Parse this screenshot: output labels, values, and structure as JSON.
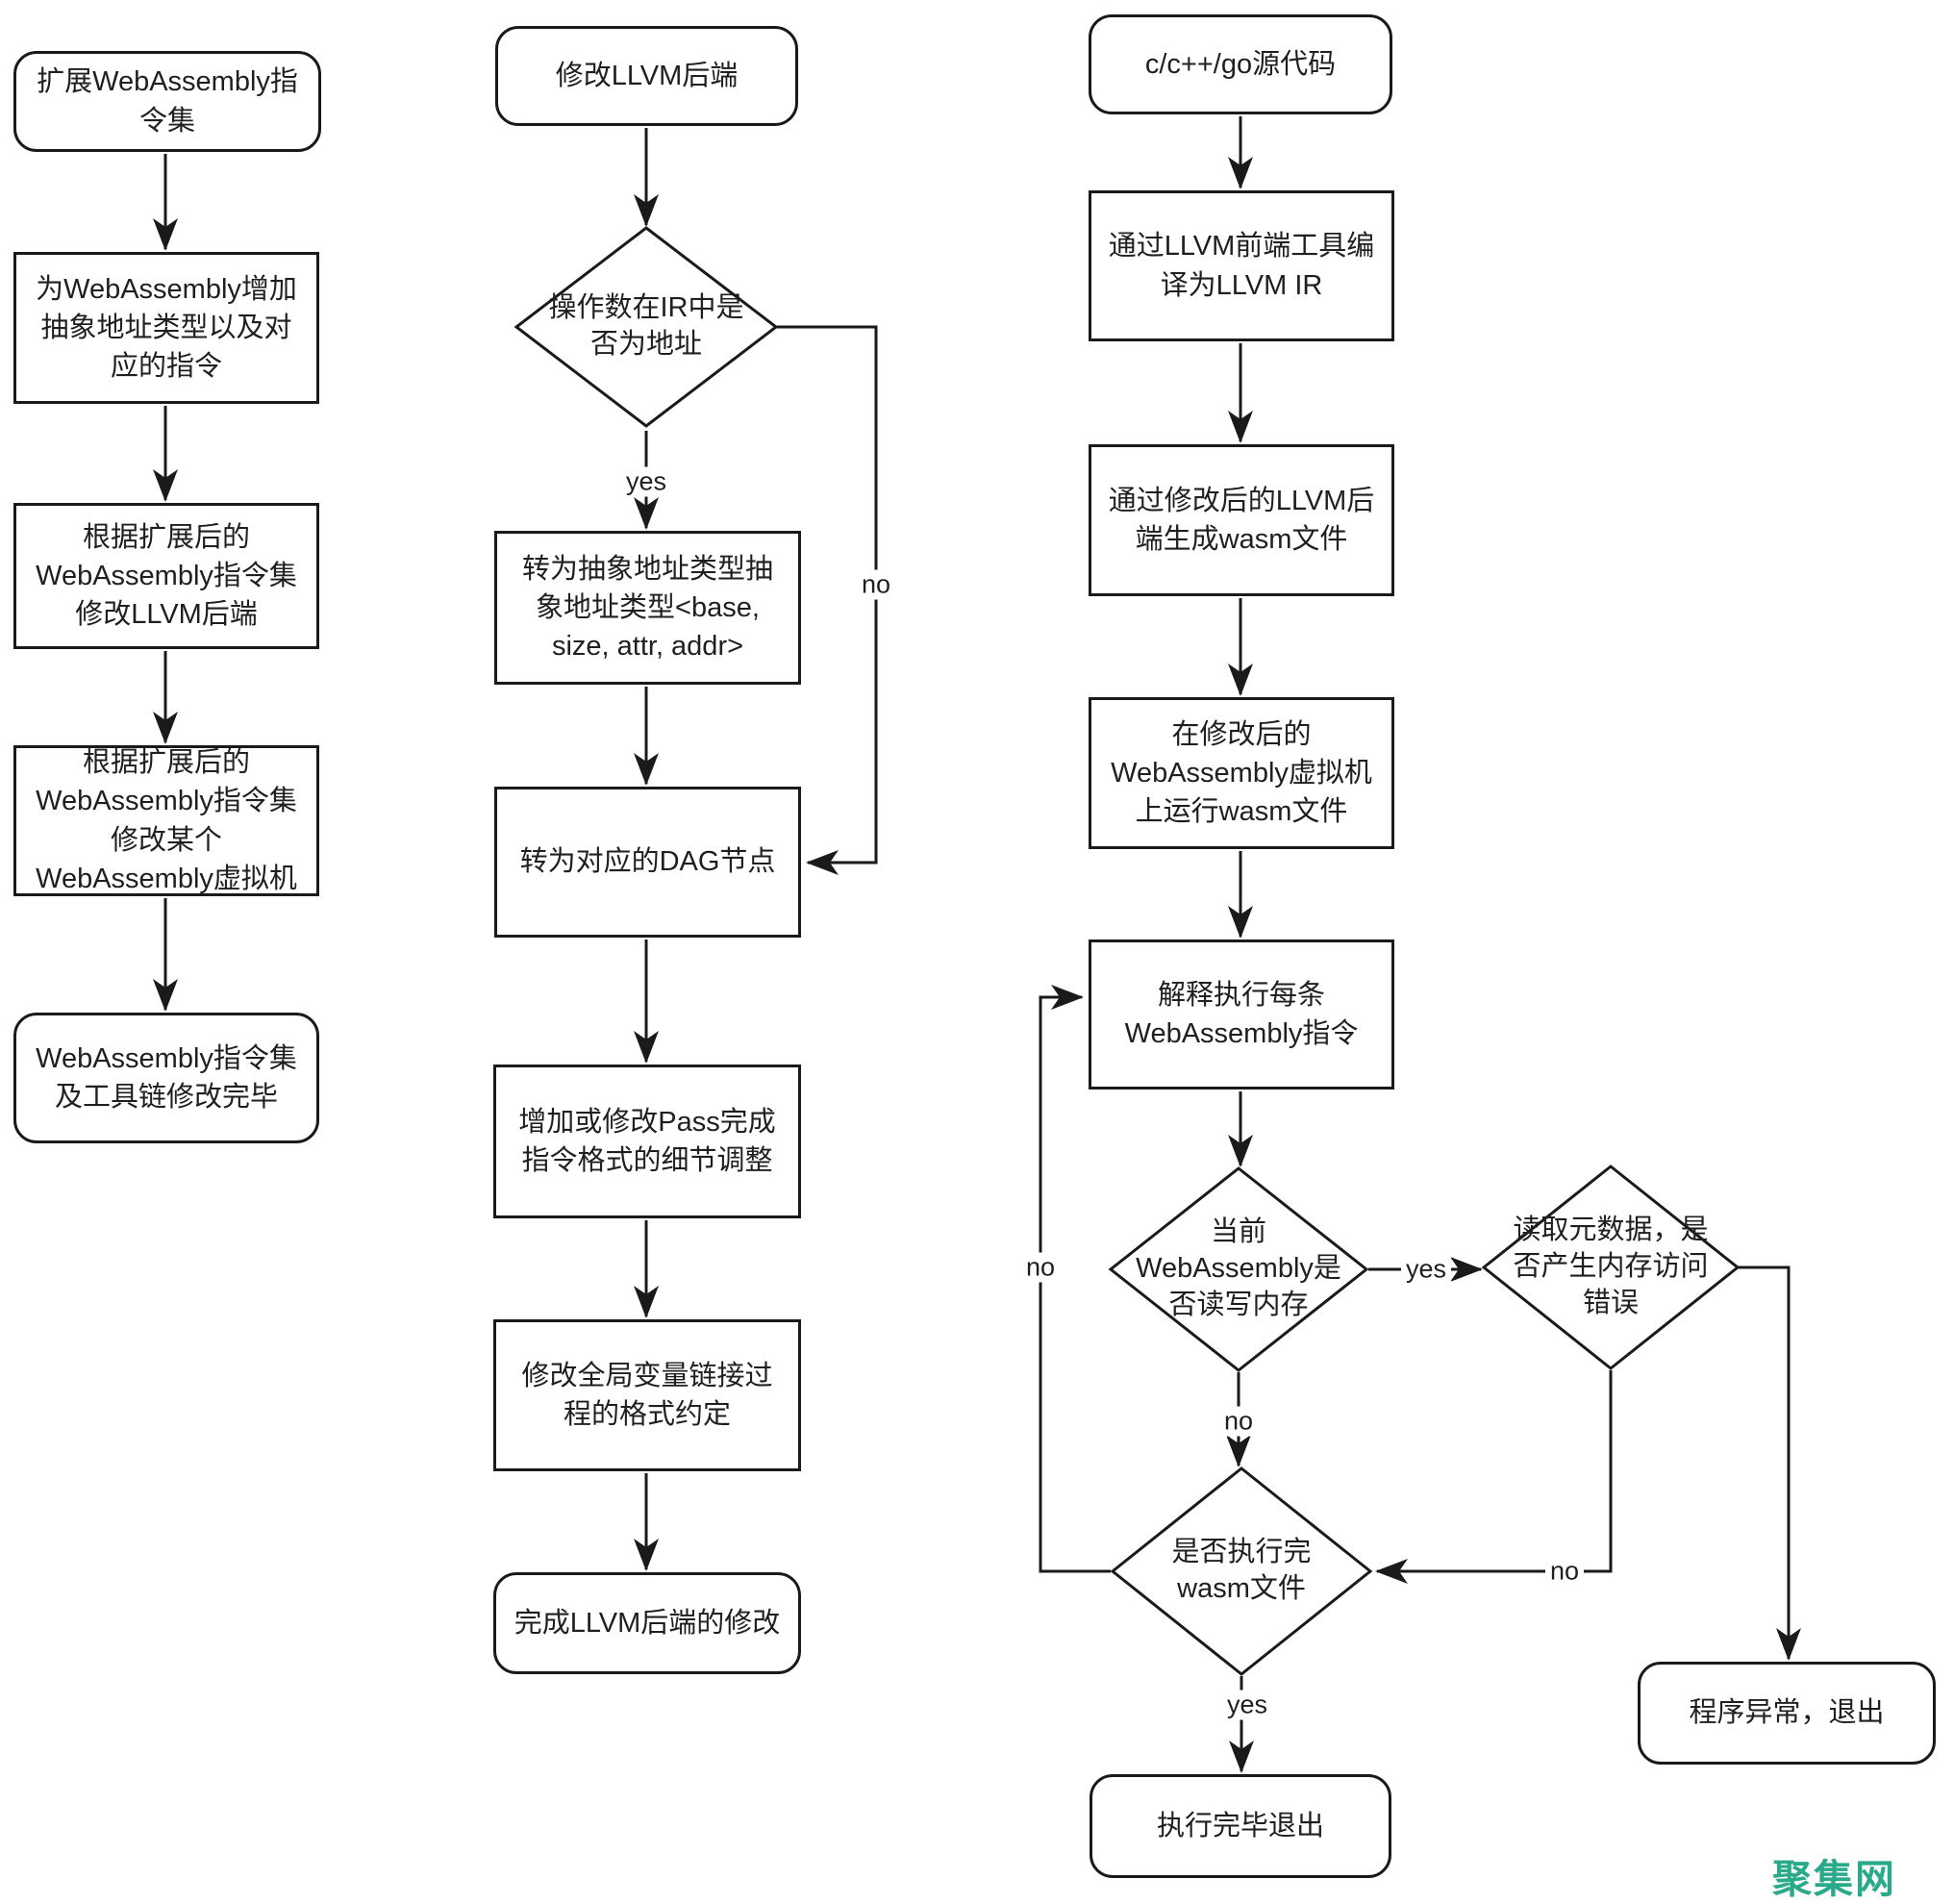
{
  "diagram": {
    "background": "#ffffff",
    "stroke_color": "#1a1a1a",
    "labels": {
      "yes": "yes",
      "no": "no"
    },
    "watermark": {
      "text": "聚集网",
      "color": "#2ba98b"
    },
    "nodes": {
      "a1": {
        "shape": "rounded",
        "label": "扩展WebAssembly指\n令集"
      },
      "a2": {
        "shape": "rect",
        "label": "为WebAssembly增加\n抽象地址类型以及对\n应的指令"
      },
      "a3": {
        "shape": "rect",
        "label": "根据扩展后的\nWebAssembly指令集\n修改LLVM后端"
      },
      "a4": {
        "shape": "rect",
        "label": "根据扩展后的\nWebAssembly指令集\n修改某个\nWebAssembly虚拟机"
      },
      "a5": {
        "shape": "rounded",
        "label": "WebAssembly指令集\n及工具链修改完毕"
      },
      "b1": {
        "shape": "rounded",
        "label": "修改LLVM后端"
      },
      "bd1": {
        "shape": "diamond",
        "label": "操作数在IR中是\n否为地址"
      },
      "b2": {
        "shape": "rect",
        "label": "转为抽象地址类型抽\n象地址类型<base,\nsize, attr, addr>"
      },
      "b3": {
        "shape": "rect",
        "label": "转为对应的DAG节点"
      },
      "b4": {
        "shape": "rect",
        "label": "增加或修改Pass完成\n指令格式的细节调整"
      },
      "b5": {
        "shape": "rect",
        "label": "修改全局变量链接过\n程的格式约定"
      },
      "b6": {
        "shape": "rounded",
        "label": "完成LLVM后端的修改"
      },
      "c1": {
        "shape": "rounded",
        "label": "c/c++/go源代码"
      },
      "c2": {
        "shape": "rect",
        "label": "通过LLVM前端工具编\n译为LLVM IR"
      },
      "c3": {
        "shape": "rect",
        "label": "通过修改后的LLVM后\n端生成wasm文件"
      },
      "c4": {
        "shape": "rect",
        "label": "在修改后的\nWebAssembly虚拟机\n上运行wasm文件"
      },
      "c5": {
        "shape": "rect",
        "label": "解释执行每条\nWebAssembly指令"
      },
      "cd1": {
        "shape": "diamond",
        "label": "当前\nWebAssembly是\n否读写内存"
      },
      "cd2": {
        "shape": "diamond",
        "label": "读取元数据，是\n否产生内存访问\n错误"
      },
      "cd3": {
        "shape": "diamond",
        "label": "是否执行完\nwasm文件"
      },
      "c6": {
        "shape": "rounded",
        "label": "执行完毕退出"
      },
      "e1": {
        "shape": "rounded",
        "label": "程序异常，退出"
      }
    }
  }
}
